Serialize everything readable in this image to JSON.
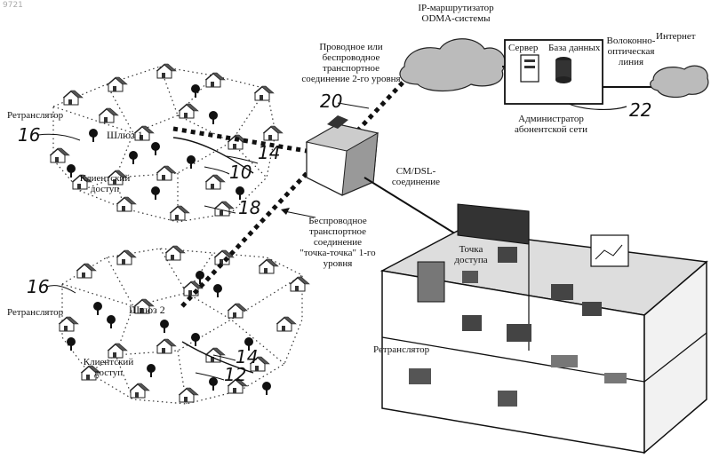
{
  "corner_mark": "9721",
  "labels": {
    "ip_router": [
      "IP-маршрутизатор",
      "ODMA-системы"
    ],
    "wired_link": [
      "Проводное или",
      "беспроводное",
      "транспортное",
      "соединение 2-го уровня"
    ],
    "server": "Сервер",
    "database": "База данных",
    "fiber": [
      "Волоконно-",
      "оптическая",
      "линия"
    ],
    "internet": "Интернет",
    "admin": [
      "Администратор",
      "абонентской сети"
    ],
    "repeater_1": "Ретранслятор",
    "gateway_1": "Шлюз 1",
    "client_1": [
      "Клиентский",
      "доступ"
    ],
    "wireless_link": [
      "Беспроводное",
      "транспортное",
      "соединение",
      "\"точка-точка\" 1-го",
      "уровня"
    ],
    "cm_dsl": [
      "CM/DSL-",
      "соединение"
    ],
    "access_point": [
      "Точка",
      "доступа"
    ],
    "repeater_2": "Ретранслятор",
    "gateway_2": "Шлюз 2",
    "client_2": [
      "Клиентский",
      "доступ"
    ],
    "repeater_3": "Ретранслятор"
  },
  "numbers": {
    "n20": "20",
    "n22": "22",
    "n16a": "16",
    "n14a": "14",
    "n10": "10",
    "n18": "18",
    "n16b": "16",
    "n14b": "14",
    "n12": "12"
  }
}
